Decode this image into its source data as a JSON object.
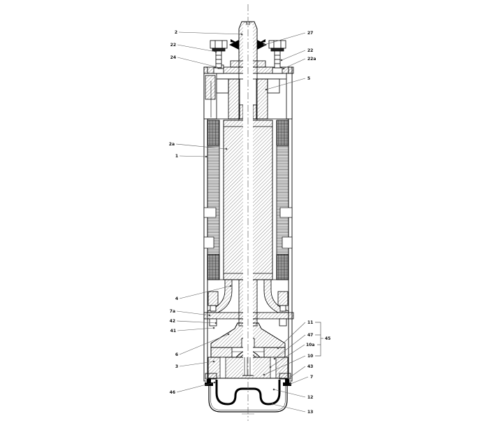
{
  "figure": {
    "kind": "motor-cross-section",
    "background_color": "#ffffff",
    "line_color": "#000000",
    "leader_color": "#555555"
  },
  "callouts": {
    "left": [
      {
        "id": "2",
        "text": "2"
      },
      {
        "id": "22",
        "text": "22"
      },
      {
        "id": "24",
        "text": "24"
      },
      {
        "id": "2a",
        "text": "2a"
      },
      {
        "id": "1",
        "text": "1"
      },
      {
        "id": "4",
        "text": "4"
      },
      {
        "id": "7a",
        "text": "7a"
      },
      {
        "id": "42",
        "text": "42"
      },
      {
        "id": "41",
        "text": "41"
      },
      {
        "id": "6",
        "text": "6"
      },
      {
        "id": "3",
        "text": "3"
      },
      {
        "id": "46",
        "text": "46"
      }
    ],
    "right": [
      {
        "id": "27",
        "text": "27"
      },
      {
        "id": "22",
        "text": "22"
      },
      {
        "id": "22a",
        "text": "22a"
      },
      {
        "id": "5",
        "text": "5"
      },
      {
        "id": "11",
        "text": "11"
      },
      {
        "id": "47",
        "text": "47"
      },
      {
        "id": "10a",
        "text": "10a"
      },
      {
        "id": "10",
        "text": "10"
      },
      {
        "id": "43",
        "text": "43"
      },
      {
        "id": "7",
        "text": "7"
      },
      {
        "id": "12",
        "text": "12"
      },
      {
        "id": "13",
        "text": "13"
      }
    ],
    "group": {
      "text": "45",
      "members": [
        "11",
        "47",
        "10a",
        "10"
      ]
    }
  }
}
